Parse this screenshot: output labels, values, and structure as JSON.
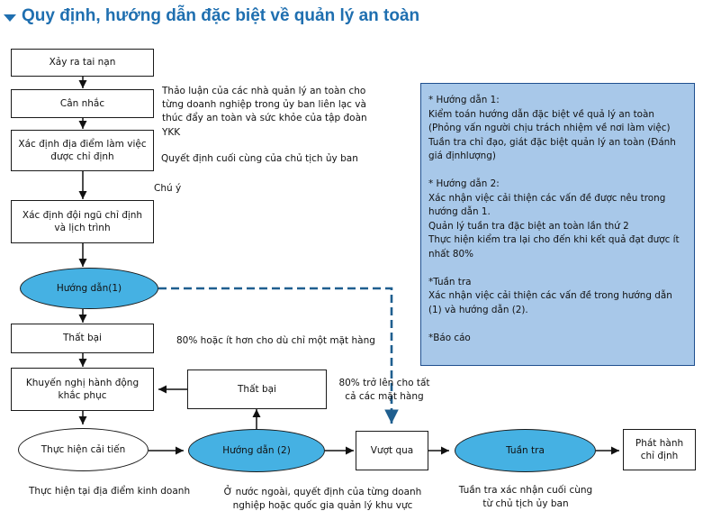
{
  "title": "Quy định, hướng dẫn đặc biệt về quản lý an toàn",
  "boxes": {
    "accident": "Xảy ra tai nạn",
    "consider": "Cân nhắc",
    "designate_site": "Xác định địa điểm làm việc được chỉ định",
    "designate_team": "Xác định đội ngũ chỉ định và lịch trình",
    "fail1": "Thất bại",
    "recommend": "Khuyến nghị hành động khắc phục",
    "fail2": "Thất bại",
    "pass": "Vượt qua",
    "issue": "Phát hành chỉ định"
  },
  "ovals": {
    "guide1": "Hướng dẫn(1)",
    "improve": "Thực hiện cải tiến",
    "guide2": "Hướng dẫn (2)",
    "patrol": "Tuần tra"
  },
  "notes": {
    "discussion": "Thảo luận của các nhà quản lý an toàn cho từng doanh nghiệp trong ủy ban liên lạc và thúc đẩy an toàn và sức khỏe của tập đoàn YKK",
    "final_decision": "Quyết định cuối cùng của chủ tịch ủy ban",
    "attention": "Chú ý",
    "below80": "80% hoặc ít hơn cho dù chỉ một mặt hàng",
    "above80": "80% trở lên cho tất cả các mặt hàng",
    "at_site": "Thực hiện tại địa điểm kinh doanh",
    "overseas": "Ở nước ngoài, quyết định của từng doanh nghiệp hoặc quốc gia quản lý khu vực",
    "patrol_confirm": "Tuần tra xác nhận cuối cùng từ chủ tịch ủy ban"
  },
  "panel": [
    "* Hướng dẫn 1:",
    "Kiểm toán hướng dẫn đặc biệt về quả lý an toàn",
    "(Phỏng vấn người chịu trách nhiệm về nơi làm việc)",
    "Tuần tra chỉ đạo, giát đặc biệt quản lý an toàn (Đánh giá địnhlượng)",
    "",
    "* Hướng dẫn 2:",
    "Xác nhận việc cải thiện các vấn đề được nêu trong hướng dẫn 1.",
    "Quản lý tuần tra đặc biệt an toàn lần thứ 2",
    "Thực hiện kiểm tra lại cho đến khi kết quả đạt được ít nhất 80%",
    "",
    "*Tuần tra",
    "Xác nhận việc cải thiện các vấn đề trong hướng dẫn (1) và hướng dẫn (2).",
    "",
    "*Báo cáo"
  ],
  "colors": {
    "title": "#1f6fb0",
    "oval_blue": "#45b1e3",
    "panel_bg": "#a8c8e9",
    "dashed": "#1f5f8f"
  }
}
